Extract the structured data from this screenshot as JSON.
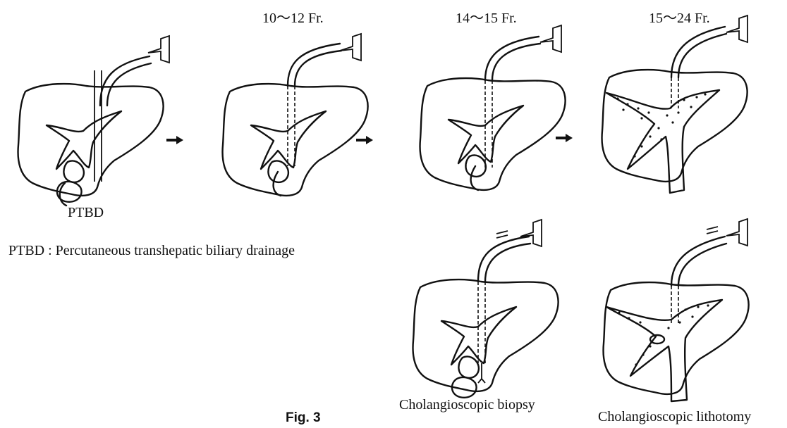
{
  "labels": {
    "size_1": "10～12 Fr.",
    "size_2": "14～15 Fr.",
    "size_3": "15～24 Fr.",
    "ptbd": "PTBD",
    "ptbd_definition": "PTBD : Percutaneous transhepatic biliary drainage",
    "biopsy": "Cholangioscopic biopsy",
    "lithotomy": "Cholangioscopic lithotomy",
    "figure": "Fig. 3"
  }
}
